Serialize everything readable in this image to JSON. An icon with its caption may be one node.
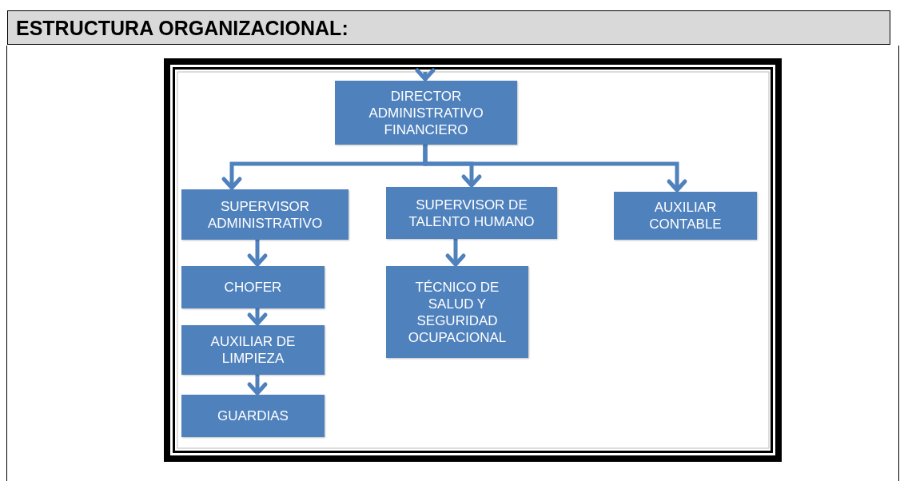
{
  "diagram": {
    "title": "ESTRUCTURA ORGANIZACIONAL:",
    "nodes": [
      {
        "text": [
          "DIRECTOR ADMINISTRATIVO FINANCIERO"
        ]
      },
      {
        "text": [
          "SUPERVISOR ADMINISTRATIVO"
        ]
      },
      {
        "text": [
          "SUPERVISOR DE TALENTO HUMANO"
        ]
      },
      {
        "text": [
          "AUXILIAR CONTABLE"
        ]
      },
      {
        "text": [
          "CHOFER"
        ]
      },
      {
        "text": [
          "TÉCNICO DE SALUD Y SEGURIDAD OCUPACIONAL"
        ]
      },
      {
        "text": [
          "AUXILIAR DE LIMPIEZA"
        ]
      },
      {
        "text": [
          "GUARDIAS"
        ]
      }
    ],
    "edges": [
      {
        "from": null,
        "to": 0,
        "arrow": "to"
      },
      {
        "from": 0,
        "to": 1,
        "arrow": "to"
      },
      {
        "from": 0,
        "to": 2,
        "arrow": "to"
      },
      {
        "from": 0,
        "to": 3,
        "arrow": "to"
      },
      {
        "from": 1,
        "to": 4,
        "arrow": "to"
      },
      {
        "from": 4,
        "to": 6,
        "arrow": "to"
      },
      {
        "from": 6,
        "to": 7,
        "arrow": "to"
      },
      {
        "from": 2,
        "to": 5,
        "arrow": "to"
      }
    ]
  }
}
